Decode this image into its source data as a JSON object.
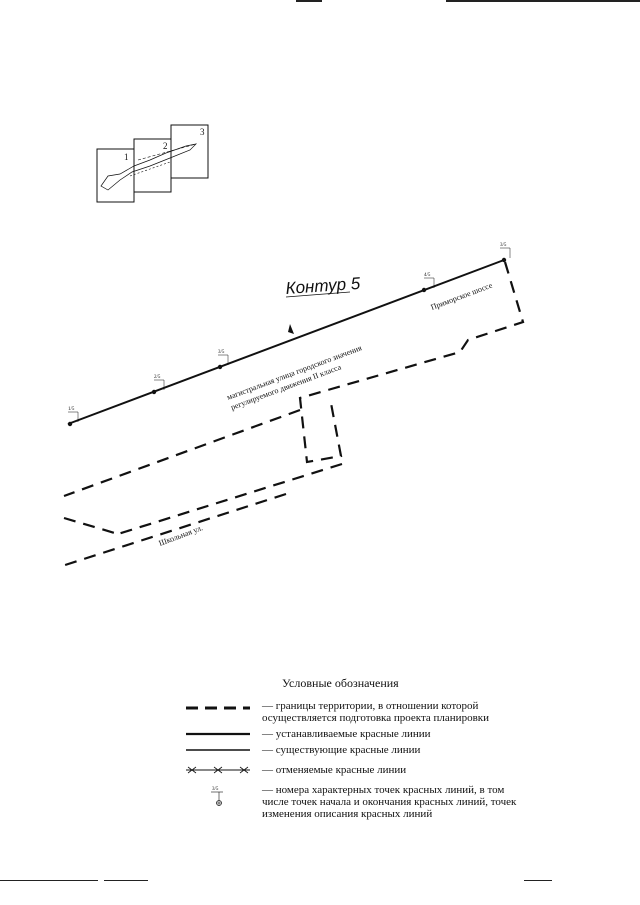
{
  "key_map": {
    "sheets": [
      "1",
      "2",
      "3"
    ]
  },
  "map": {
    "contour_label": "Контур 5",
    "point_labels": [
      "3/5",
      "4/5",
      "3/5",
      "2/5",
      "1/5"
    ],
    "arterial_label_line1": "магистральная улица городского значения",
    "arterial_label_line2": "регулируемого движения II класса",
    "road_label_primorskoe": "Приморское шоссе",
    "road_label_school": "Школьная ул.",
    "colors": {
      "line": "#111111",
      "background": "#ffffff"
    }
  },
  "legend": {
    "title": "Условные обозначения",
    "items": [
      {
        "symbol": "dashed-thick-line-icon",
        "text": "— границы территории, в отношении которой осуществляется подготовка проекта планировки"
      },
      {
        "symbol": "solid-thick-line-icon",
        "text": "— устанавливаемые красные линии"
      },
      {
        "symbol": "solid-line-icon",
        "text": "— существующие красные линии"
      },
      {
        "symbol": "cancelled-line-icon",
        "text": "— отменяемые красные линии"
      },
      {
        "symbol": "point-number-icon",
        "symbol_text": "3/5",
        "text": "— номера характерных точек красных линий, в том числе точек начала и окончания красных линий, точек изменения описания красных линий"
      }
    ]
  }
}
